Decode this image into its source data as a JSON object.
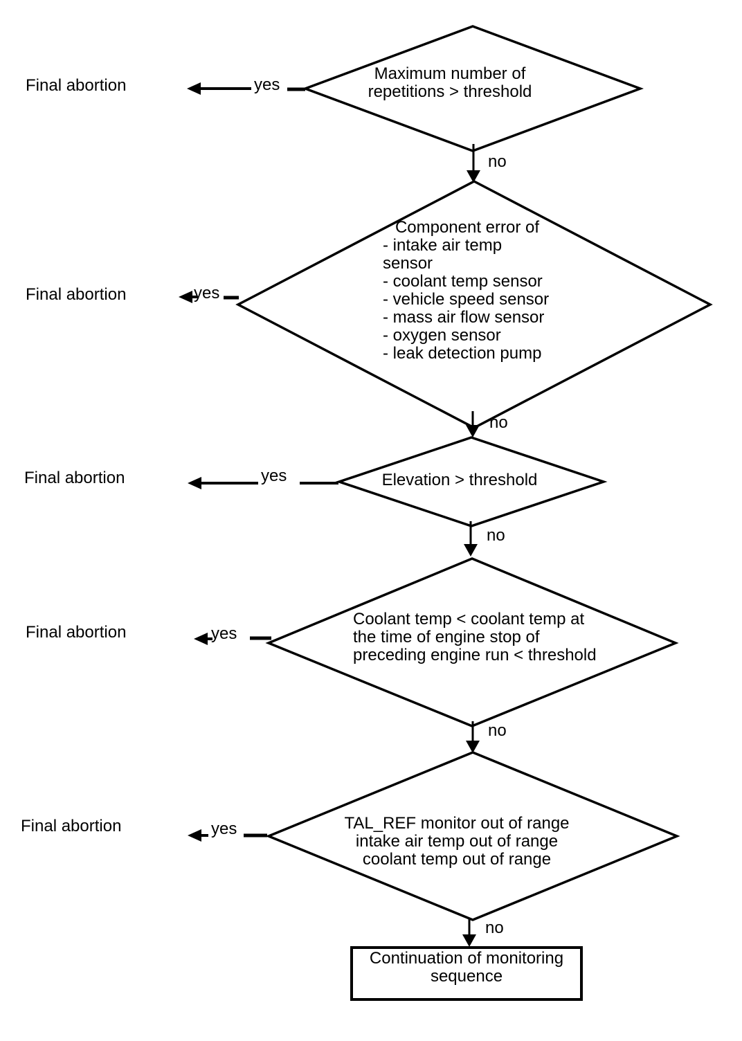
{
  "diagram": {
    "colors": {
      "ink": "#000000",
      "background": "#ffffff"
    },
    "rows": [
      {
        "final": "Final abortion",
        "yes_label": "yes",
        "no_label": "no"
      },
      {
        "final": "Final abortion",
        "yes_label": "yes",
        "no_label": "no"
      },
      {
        "final": "Final abortion",
        "yes_label": "yes",
        "no_label": "no"
      },
      {
        "final": "Final abortion",
        "yes_label": "yes",
        "no_label": "no"
      },
      {
        "final": "Final abortion",
        "yes_label": "yes",
        "no_label": "no"
      }
    ],
    "decisions": [
      {
        "label": "Maximum number of\nrepetitions > threshold"
      },
      {
        "title": "Component error of",
        "items": "- intake air temp sensor\n- coolant temp sensor\n- vehicle speed sensor\n- mass air flow sensor\n- oxygen sensor\n- leak detection pump"
      },
      {
        "label": "Elevation > threshold"
      },
      {
        "label": "Coolant temp < coolant temp at\nthe time of engine stop of\npreceding engine run < threshold"
      },
      {
        "label": "TAL_REF monitor out of range\nintake air temp out of range\ncoolant temp out of range"
      }
    ],
    "terminal": {
      "label": "Continuation of monitoring\nsequence"
    }
  }
}
